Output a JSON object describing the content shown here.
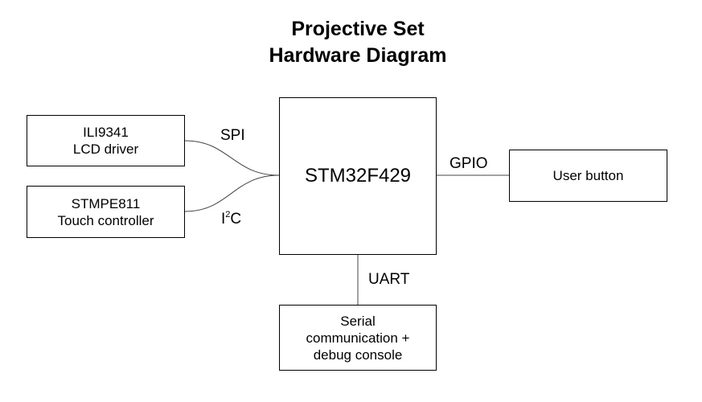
{
  "title": {
    "line1": "Projective Set",
    "line2": "Hardware Diagram"
  },
  "blocks": {
    "mcu": "STM32F429",
    "lcd": {
      "line1": "ILI9341",
      "line2": "LCD driver"
    },
    "touch": {
      "line1": "STMPE811",
      "line2": "Touch controller"
    },
    "button": "User button",
    "serial": {
      "line1": "Serial",
      "line2": "communication +",
      "line3": "debug console"
    }
  },
  "links": {
    "spi": "SPI",
    "i2c_prefix": "I",
    "i2c_sup": "2",
    "i2c_suffix": "C",
    "gpio": "GPIO",
    "uart": "UART"
  },
  "colors": {
    "box_border": "#000000",
    "wire": "#444444"
  }
}
